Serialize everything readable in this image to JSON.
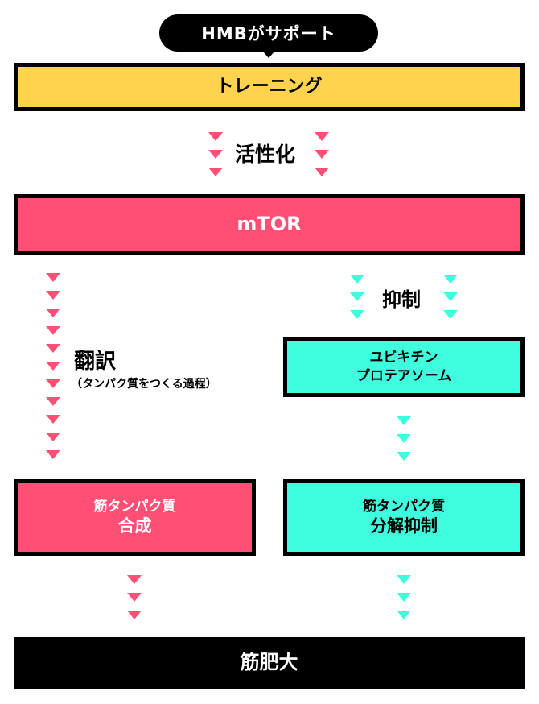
{
  "colors": {
    "training": "#ffd34d",
    "pink": "#ff4f75",
    "teal": "#3ffedd",
    "black": "#000000"
  },
  "header": {
    "badge": "HMBがサポート"
  },
  "nodes": {
    "training": "トレーニング",
    "activation": "活性化",
    "mtor": "mTOR",
    "inhibition": "抑制",
    "translation": "翻訳",
    "translation_note": "（タンパク質をつくる過程）",
    "ubiquitin_line1": "ユビキチン",
    "ubiquitin_line2": "プロテアソーム",
    "synthesis_line1": "筋タンパク質",
    "synthesis_line2": "合成",
    "breakdown_line1": "筋タンパク質",
    "breakdown_line2": "分解抑制",
    "hypertrophy": "筋肥大"
  }
}
